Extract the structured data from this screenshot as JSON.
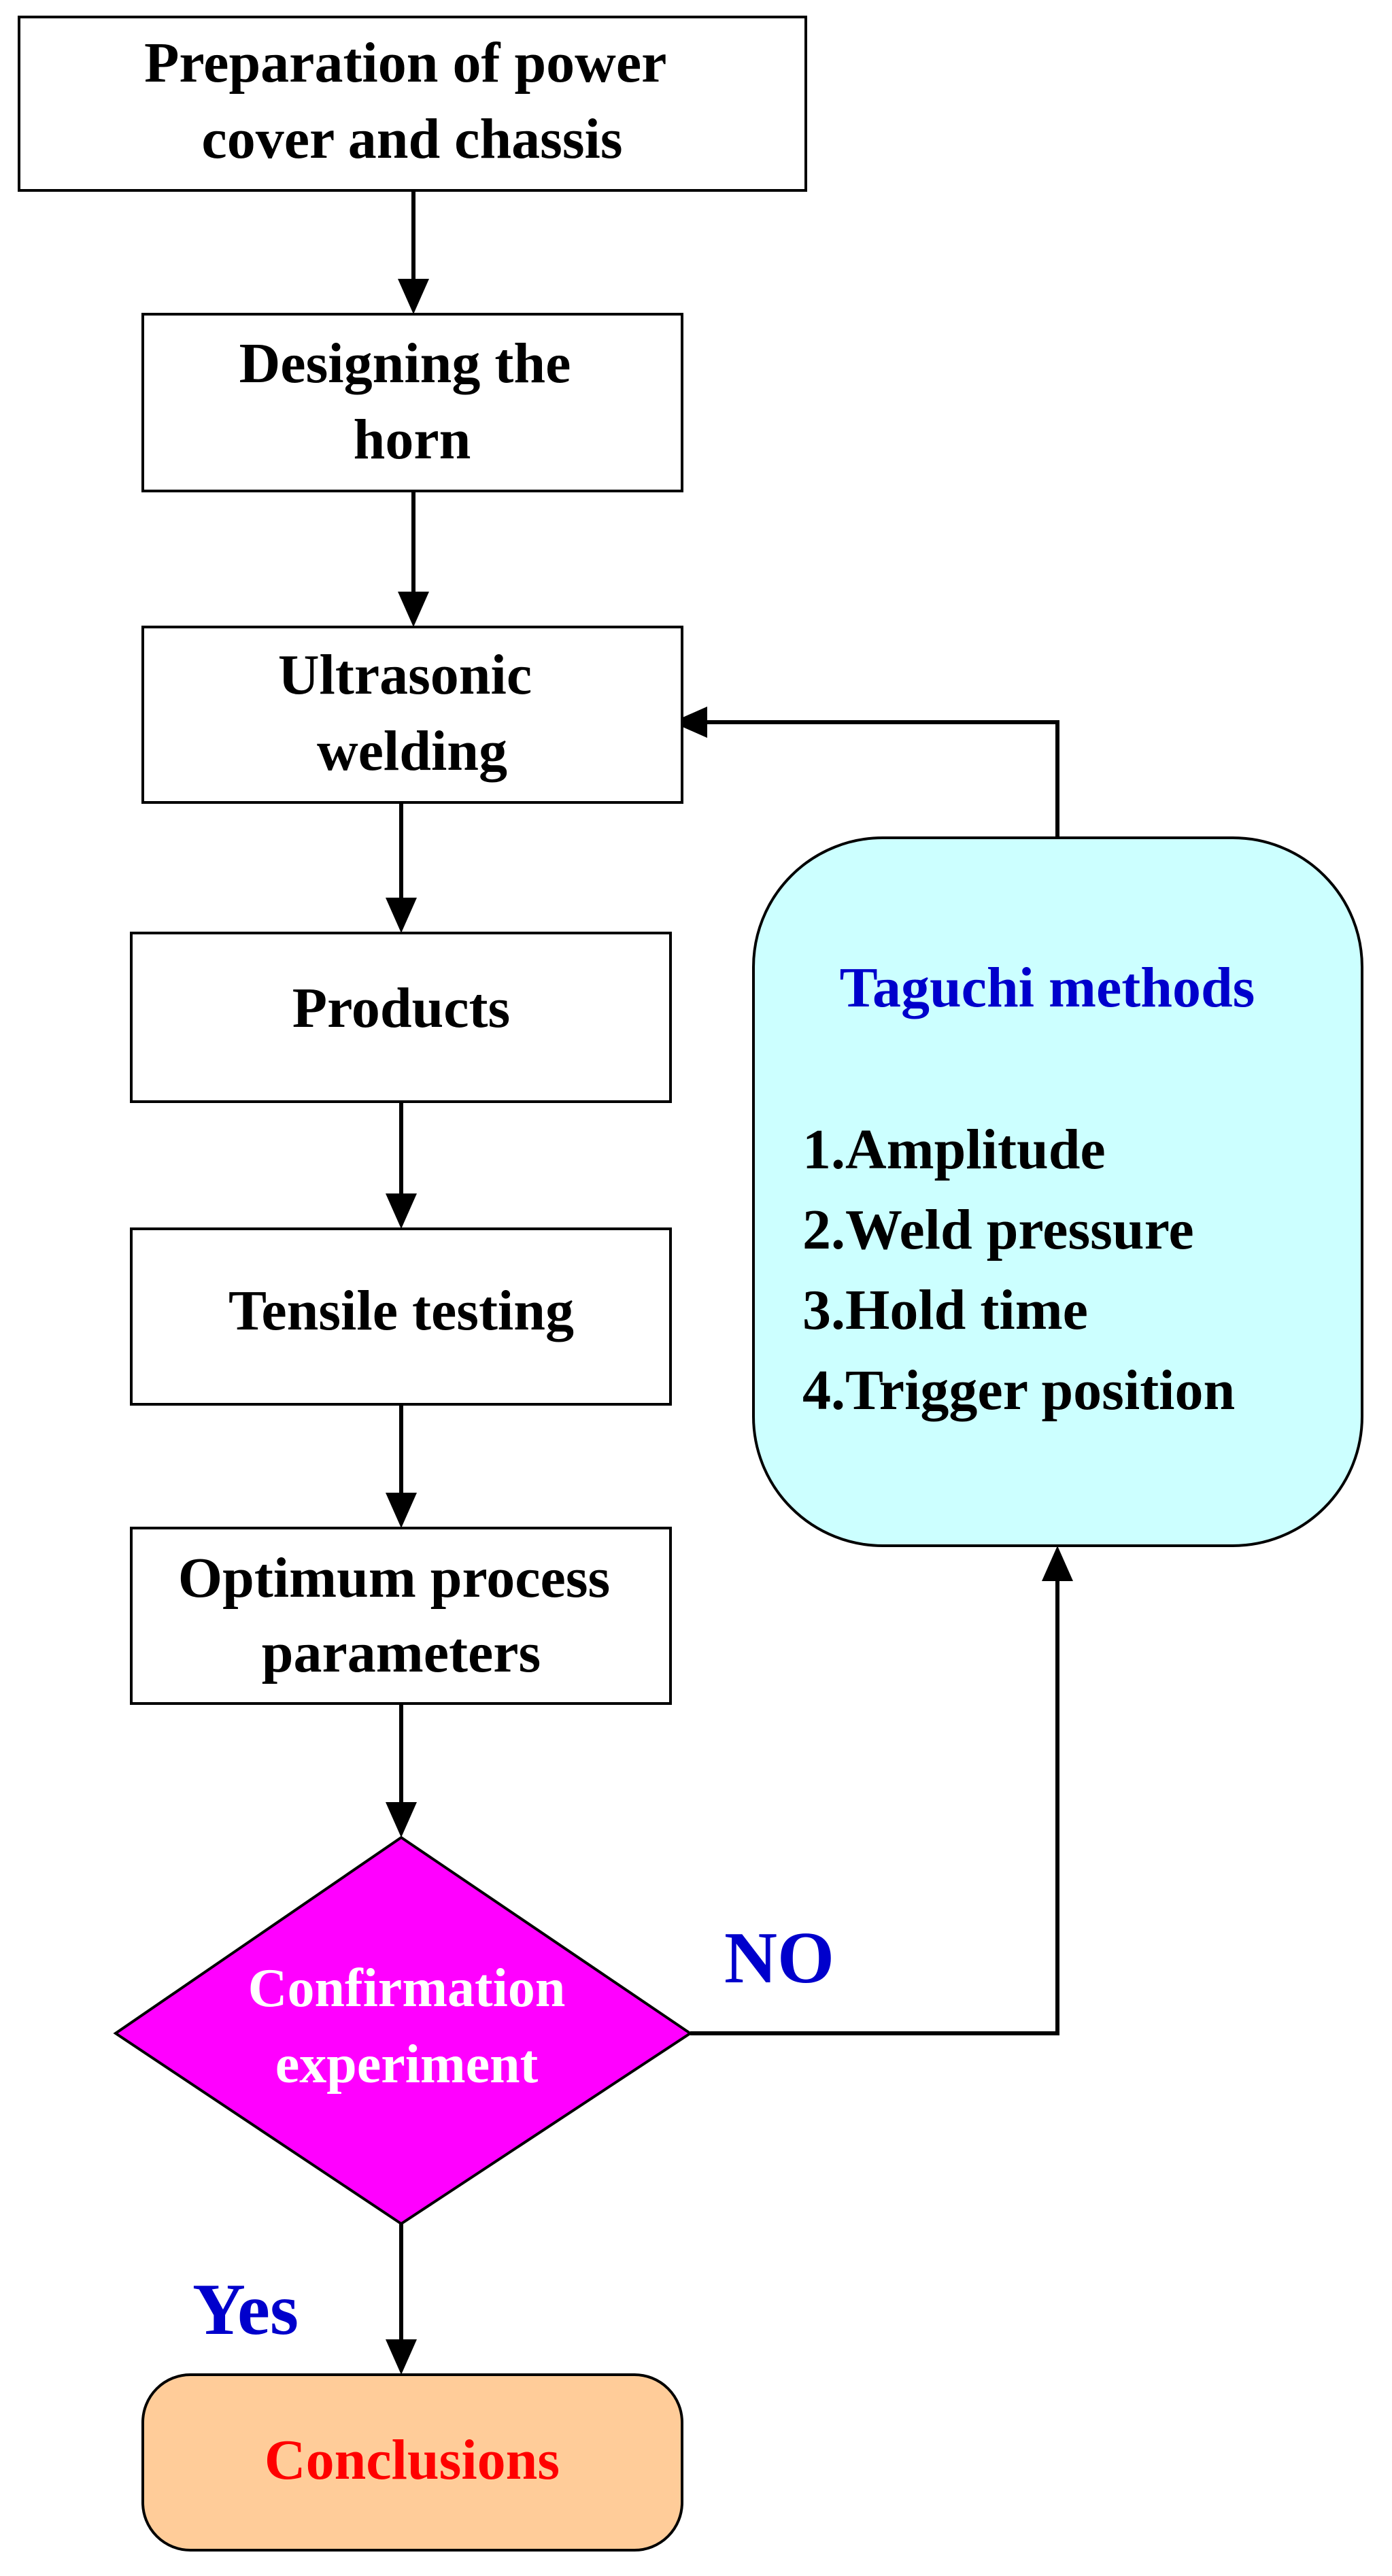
{
  "steps": {
    "preparation": [
      "Preparation of power",
      "cover and chassis"
    ],
    "horn": [
      "Designing the",
      "horn"
    ],
    "welding": [
      "Ultrasonic",
      "welding"
    ],
    "products": "Products",
    "tensile": "Tensile testing",
    "optimum": [
      "Optimum process",
      "parameters"
    ],
    "confirmation": [
      "Confirmation",
      "experiment"
    ],
    "conclusions": "Conclusions"
  },
  "taguchi": {
    "title": "Taguchi methods",
    "items": [
      "1.Amplitude",
      "2.Weld pressure",
      "3.Hold time",
      "4.Trigger position"
    ]
  },
  "labels": {
    "no": "NO",
    "yes": "Yes"
  },
  "colors": {
    "taguchi_fill": "#ccffff",
    "diamond_fill": "#ff00ff",
    "conclusion_fill": "#ffcc99",
    "blue_text": "#0000cc",
    "red_text": "#ff0000",
    "white_text": "#ffffff"
  }
}
